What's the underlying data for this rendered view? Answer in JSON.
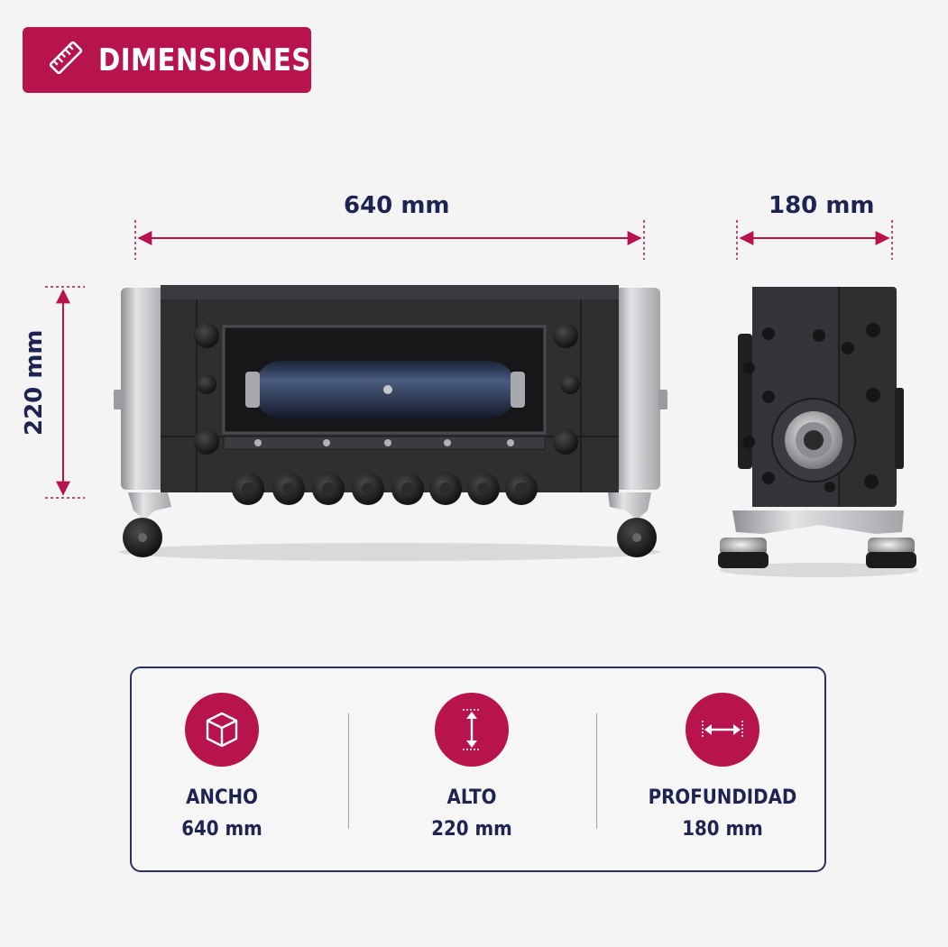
{
  "title": {
    "label": "DIMENSIONES",
    "icon": "ruler-icon"
  },
  "dimensions": {
    "width_label": "640 mm",
    "depth_label": "180 mm",
    "height_label": "220 mm"
  },
  "info_panel": {
    "items": [
      {
        "name": "ANCHO",
        "value": "640 mm",
        "icon": "box-icon"
      },
      {
        "name": "ALTO",
        "value": "220 mm",
        "icon": "vertical-arrow-icon"
      },
      {
        "name": "PROFUNDIDAD",
        "value": "180 mm",
        "icon": "horizontal-arrow-icon"
      }
    ]
  },
  "colors": {
    "accent": "#b7144e",
    "text": "#1d2452",
    "background": "#f4f4f4",
    "machine_body": "#2f3032",
    "machine_side": "#c9cacc"
  }
}
